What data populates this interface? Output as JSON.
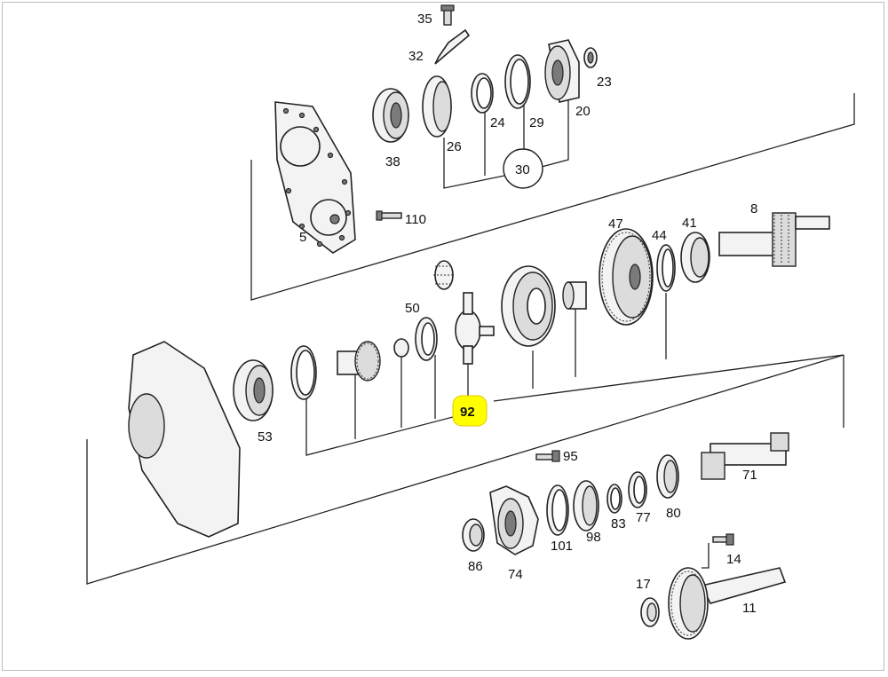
{
  "labels": {
    "p35": "35",
    "p32": "32",
    "p23": "23",
    "p24": "24",
    "p29": "29",
    "p20": "20",
    "p26": "26",
    "p38": "38",
    "p30": "30",
    "p110": "110",
    "p5": "5",
    "p8": "8",
    "p47": "47",
    "p44": "44",
    "p41": "41",
    "p50": "50",
    "p53": "53",
    "p92": "92",
    "p95": "95",
    "p71": "71",
    "p101": "101",
    "p98": "98",
    "p83": "83",
    "p77": "77",
    "p80": "80",
    "p86": "86",
    "p74": "74",
    "p14": "14",
    "p17": "17",
    "p11": "11"
  },
  "highlight": {
    "part": "92",
    "color": "#ffff00"
  }
}
